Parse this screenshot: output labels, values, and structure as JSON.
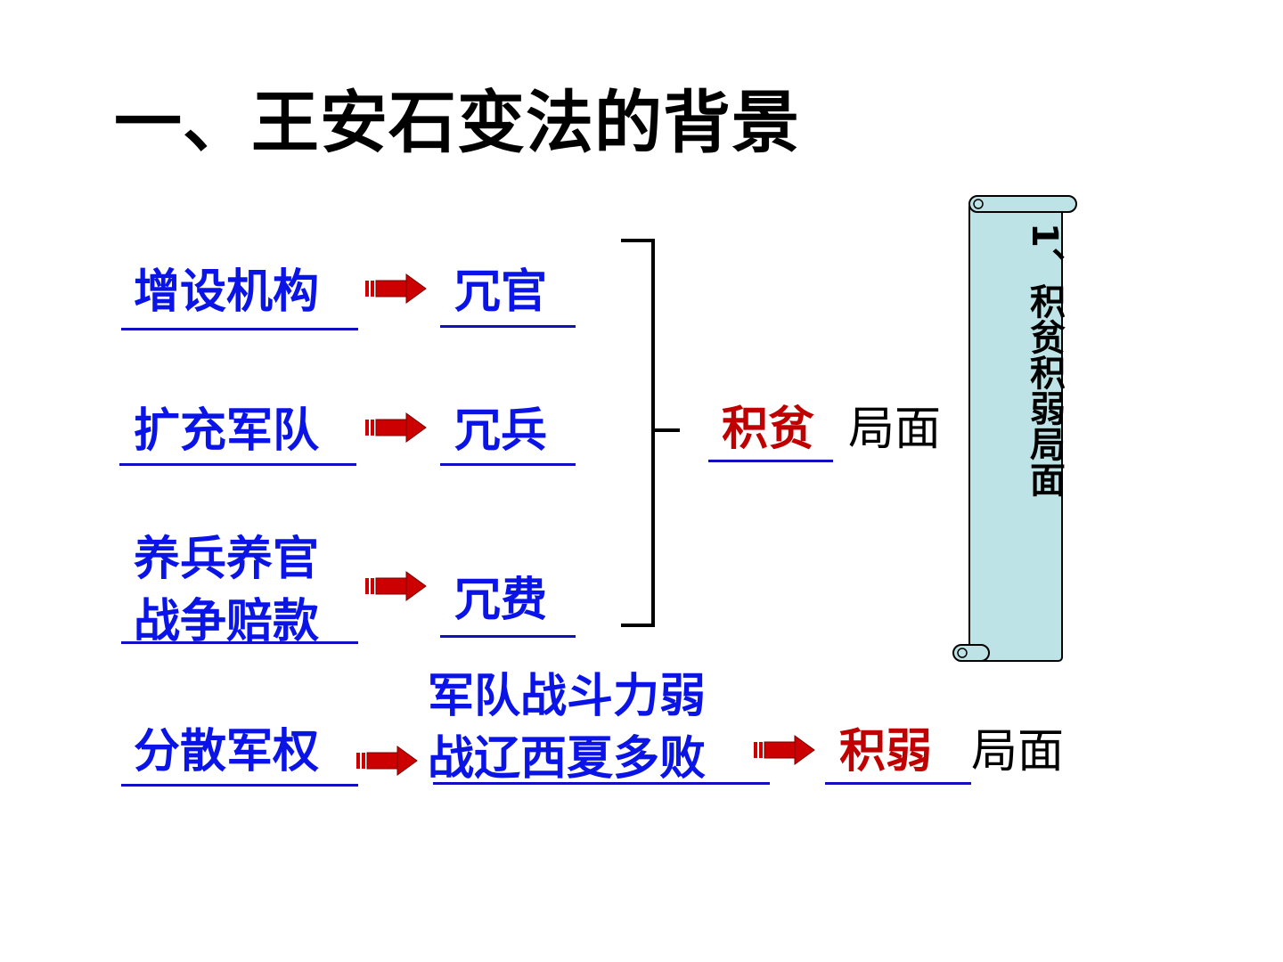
{
  "title": "一、王安石变法的背景",
  "rows": {
    "r1": {
      "cause": "增设机构",
      "result": "冗官"
    },
    "r2": {
      "cause": "扩充军队",
      "result": "冗兵"
    },
    "r3": {
      "cause_line1": "养兵养官",
      "cause_line2": "战争赔款",
      "result": "冗费"
    },
    "r4": {
      "cause": "分散军权",
      "result_line1": "军队战斗力弱",
      "result_line2": "战辽西夏多败"
    }
  },
  "outcomes": {
    "poor": {
      "answer": "积贫",
      "suffix": "局面"
    },
    "weak": {
      "answer": "积弱",
      "suffix": "局面"
    }
  },
  "scroll": {
    "text": "1、积贫积弱局面"
  },
  "colors": {
    "answer_blue": "#0a14e6",
    "answer_red": "#c00000",
    "arrow_red": "#cc0000",
    "scroll_fill": "#bde3e6"
  }
}
